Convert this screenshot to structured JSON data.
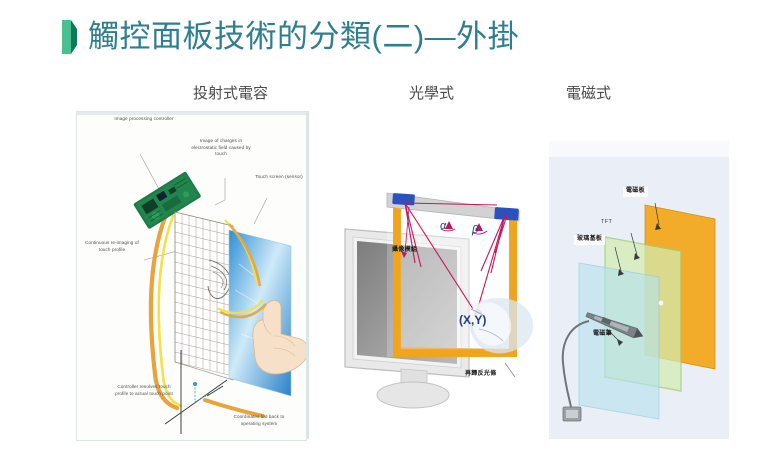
{
  "slide": {
    "title": "觸控面板技術的分類(二)—外掛",
    "title_color": "#2d7f8e",
    "bullet_color_dark": "#0e6b52",
    "bullet_color_light": "#49b98a",
    "background": "#ffffff"
  },
  "columns": [
    {
      "header": "投射式電容"
    },
    {
      "header": "光學式"
    },
    {
      "header": "電磁式"
    }
  ],
  "panels": {
    "projected_capacitive": {
      "name": "投射式電容",
      "labels": {
        "controller": "Image processing controller",
        "charges": "Image of charges in electrostatic field caused by touch",
        "touch_screen": "Touch screen (sensor)",
        "reimaging": "Continuous re-imaging of touch profile",
        "resolves": "Controller resolves touch profile to actual touch point",
        "coordinates": "Coordinates fed back to operating system"
      },
      "colors": {
        "pcb": "#1f7a46",
        "wire": "#e8a33d",
        "wire2": "#f2e14a",
        "screen": "#3aa0e0",
        "mesh": "#8b7f74",
        "hand": "#f6dfc8"
      }
    },
    "optical": {
      "name": "光學式",
      "labels": {
        "camera_module": "攝像模組",
        "retroreflector": "再歸反光條",
        "alpha": "α",
        "beta": "β",
        "coordinate": "(X,Y)"
      },
      "colors": {
        "frame": "#f0a520",
        "camera": "#2a52be",
        "ray": "#c2185b",
        "monitor_body": "#e9e9e9",
        "screen_dark": "#8c8c8c"
      }
    },
    "electromagnetic": {
      "name": "電磁式",
      "labels": {
        "em_board": "電磁板",
        "tft": "TFT",
        "glass_substrate": "玻璃基板",
        "em_pen": "電磁筆"
      },
      "colors": {
        "em_board": "#f2a81d",
        "tft_layer": "#c9e6a8",
        "glass": "#b5e2ef",
        "pen": "#6e7478",
        "background": "#eaeef6"
      }
    }
  }
}
